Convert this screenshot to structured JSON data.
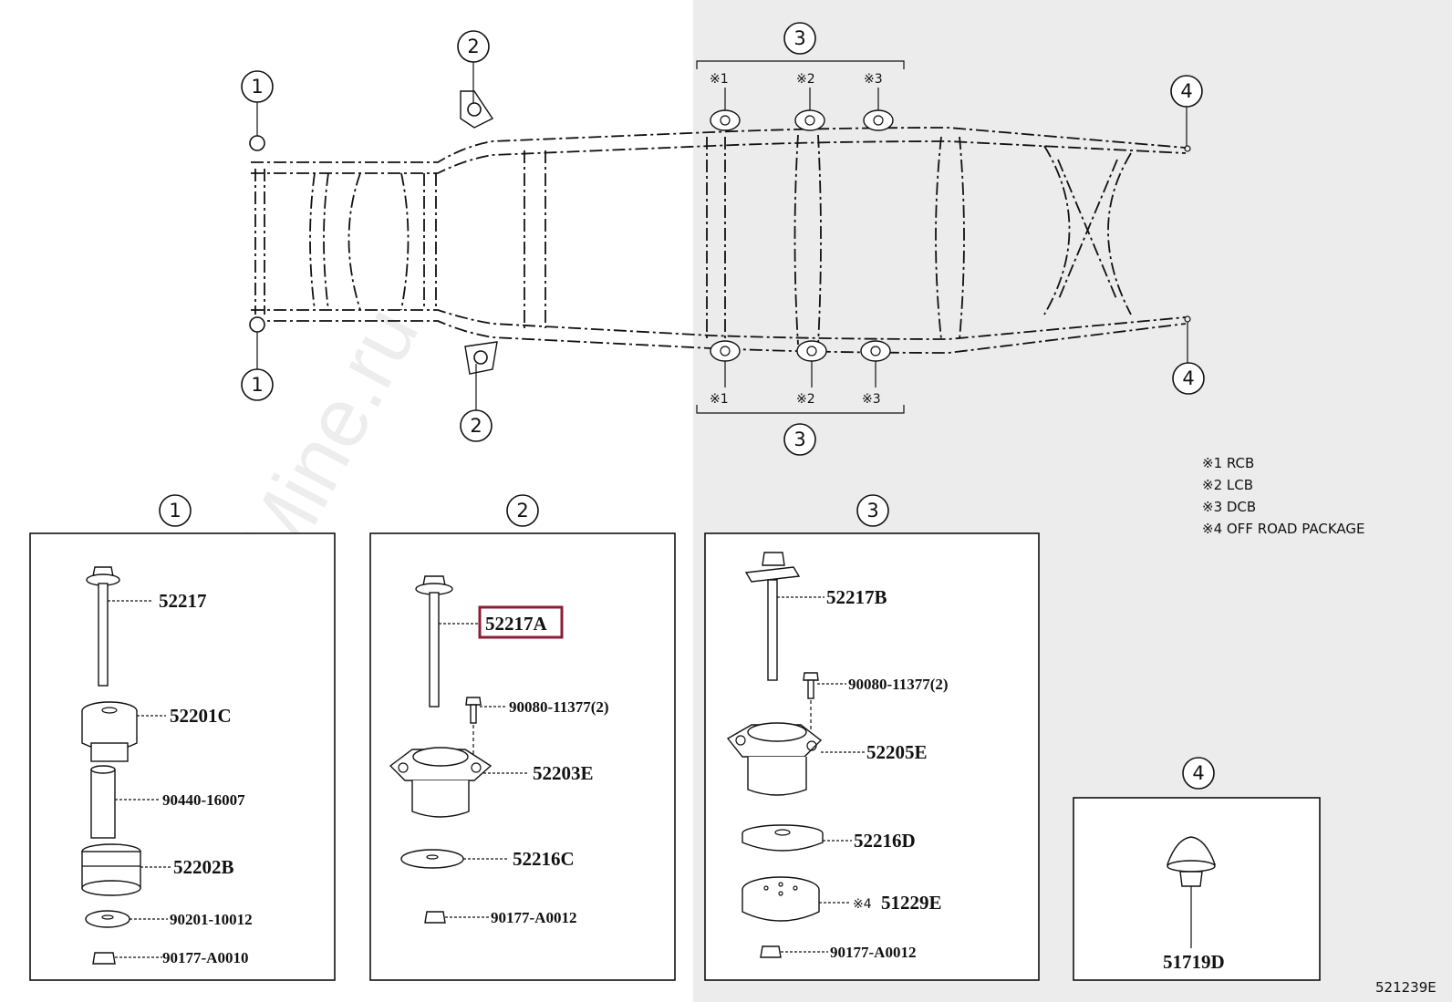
{
  "watermark": "ToyotaCarMine.ru",
  "diagram_id": "521239E",
  "callouts": {
    "one": "1",
    "two": "2",
    "three": "3",
    "four": "4"
  },
  "mount_marks": {
    "m1": "※1",
    "m2": "※2",
    "m3": "※3"
  },
  "legend": [
    "※1 RCB",
    "※2 LCB",
    "※3 DCB",
    "※4 OFF ROAD PACKAGE"
  ],
  "group1": {
    "label": "1",
    "parts": [
      "52217",
      "52201C",
      "90440-16007",
      "52202B",
      "90201-10012",
      "90177-A0010"
    ]
  },
  "group2": {
    "label": "2",
    "parts": [
      "52217A",
      "90080-11377(2)",
      "52203E",
      "52216C",
      "90177-A0012"
    ],
    "highlighted": "52217A",
    "highlight_color": "#8b1e35"
  },
  "group3": {
    "label": "3",
    "parts": [
      "52217B",
      "90080-11377(2)",
      "52205E",
      "52216D",
      "※4",
      "51229E",
      "90177-A0012"
    ]
  },
  "group4": {
    "label": "4",
    "parts": [
      "51719D"
    ]
  },
  "colors": {
    "background": "#ffffff",
    "shaded_region": "#ececec",
    "ink": "#111111"
  }
}
